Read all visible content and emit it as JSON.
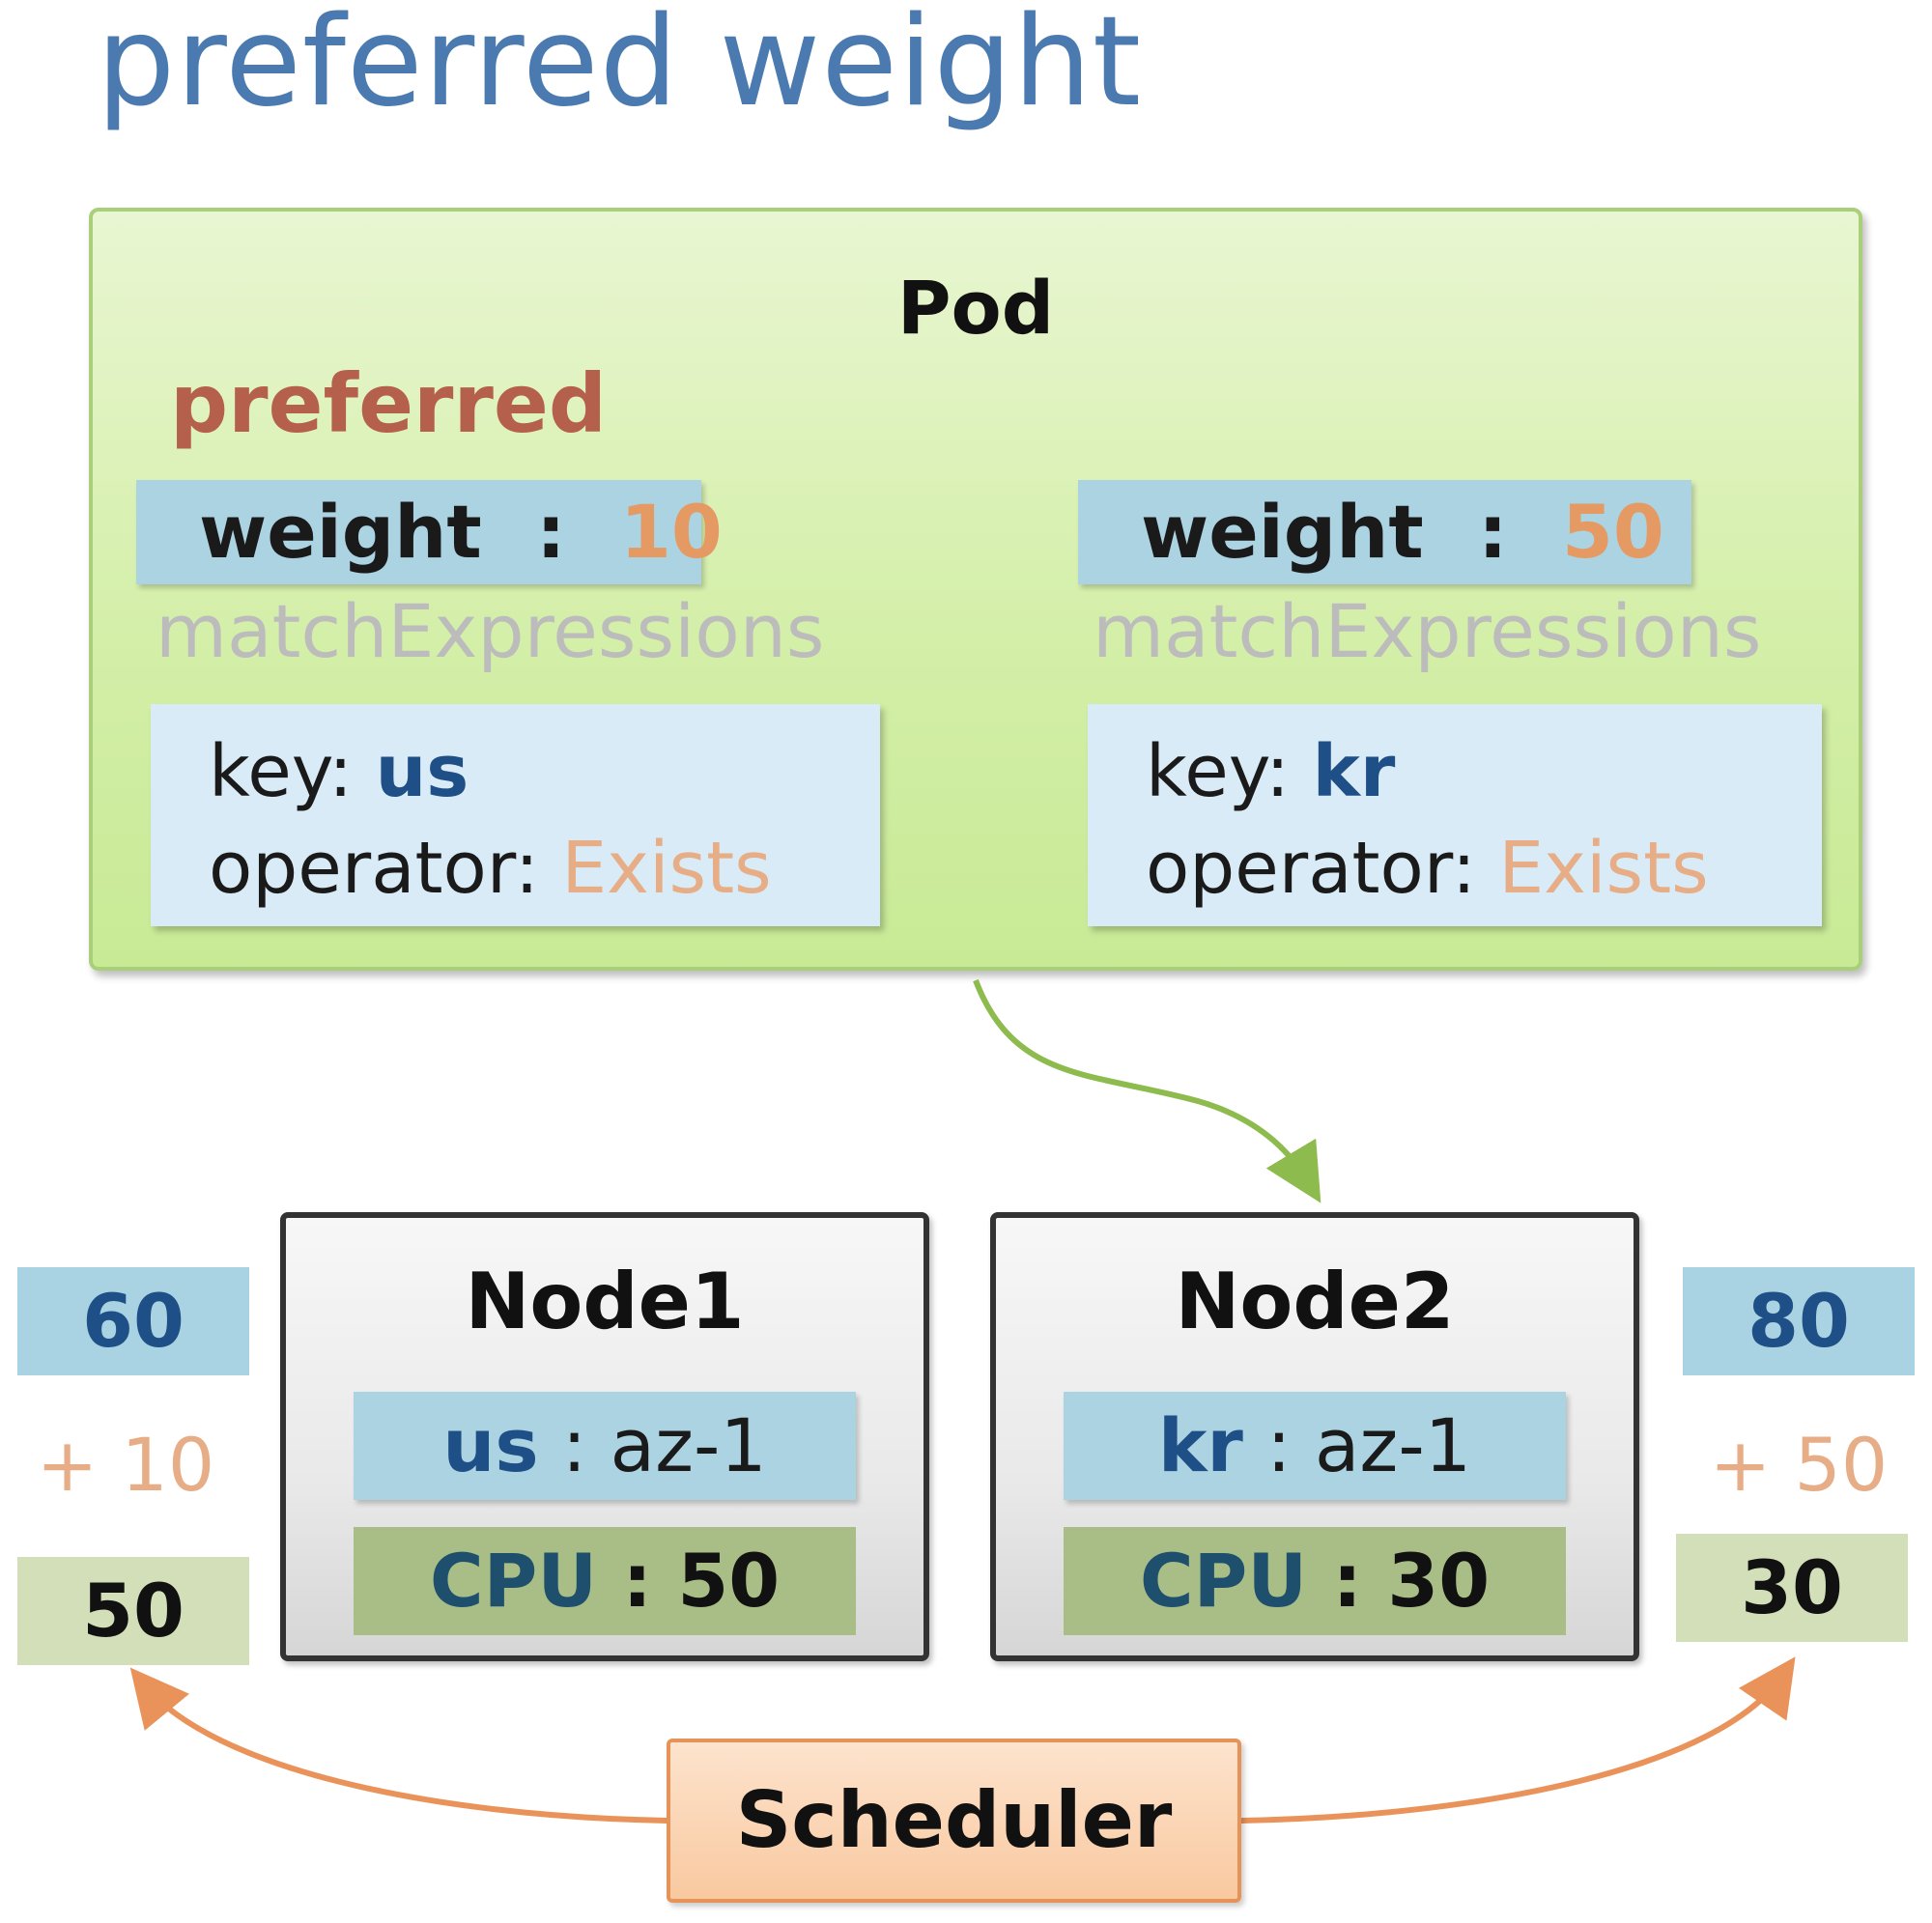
{
  "title": "preferred weight",
  "pod": {
    "title": "Pod",
    "preferred_label": "preferred",
    "rules": [
      {
        "weight_label": "weight",
        "separator": ":",
        "weight": "10",
        "match_label": "matchExpressions",
        "key_label": "key:",
        "key": "us",
        "operator_label": "operator:",
        "operator": "Exists"
      },
      {
        "weight_label": "weight",
        "separator": ":",
        "weight": "50",
        "match_label": "matchExpressions",
        "key_label": "key:",
        "key": "kr",
        "operator_label": "operator:",
        "operator": "Exists"
      }
    ]
  },
  "nodes": [
    {
      "name": "Node1",
      "label_key": "us",
      "label_value": ": az-1",
      "cpu_label": "CPU",
      "cpu_value": ": 50",
      "score_total": "60",
      "score_add": "+  10",
      "score_cpu": "50"
    },
    {
      "name": "Node2",
      "label_key": "kr",
      "label_value": ": az-1",
      "cpu_label": "CPU",
      "cpu_value": ": 30",
      "score_total": "80",
      "score_add": "+  50",
      "score_cpu": "30"
    }
  ],
  "scheduler": "Scheduler",
  "colors": {
    "title": "#4a7ab0",
    "pod_arrow": "#8dbb4e",
    "scheduler_arrow": "#e9935a"
  }
}
